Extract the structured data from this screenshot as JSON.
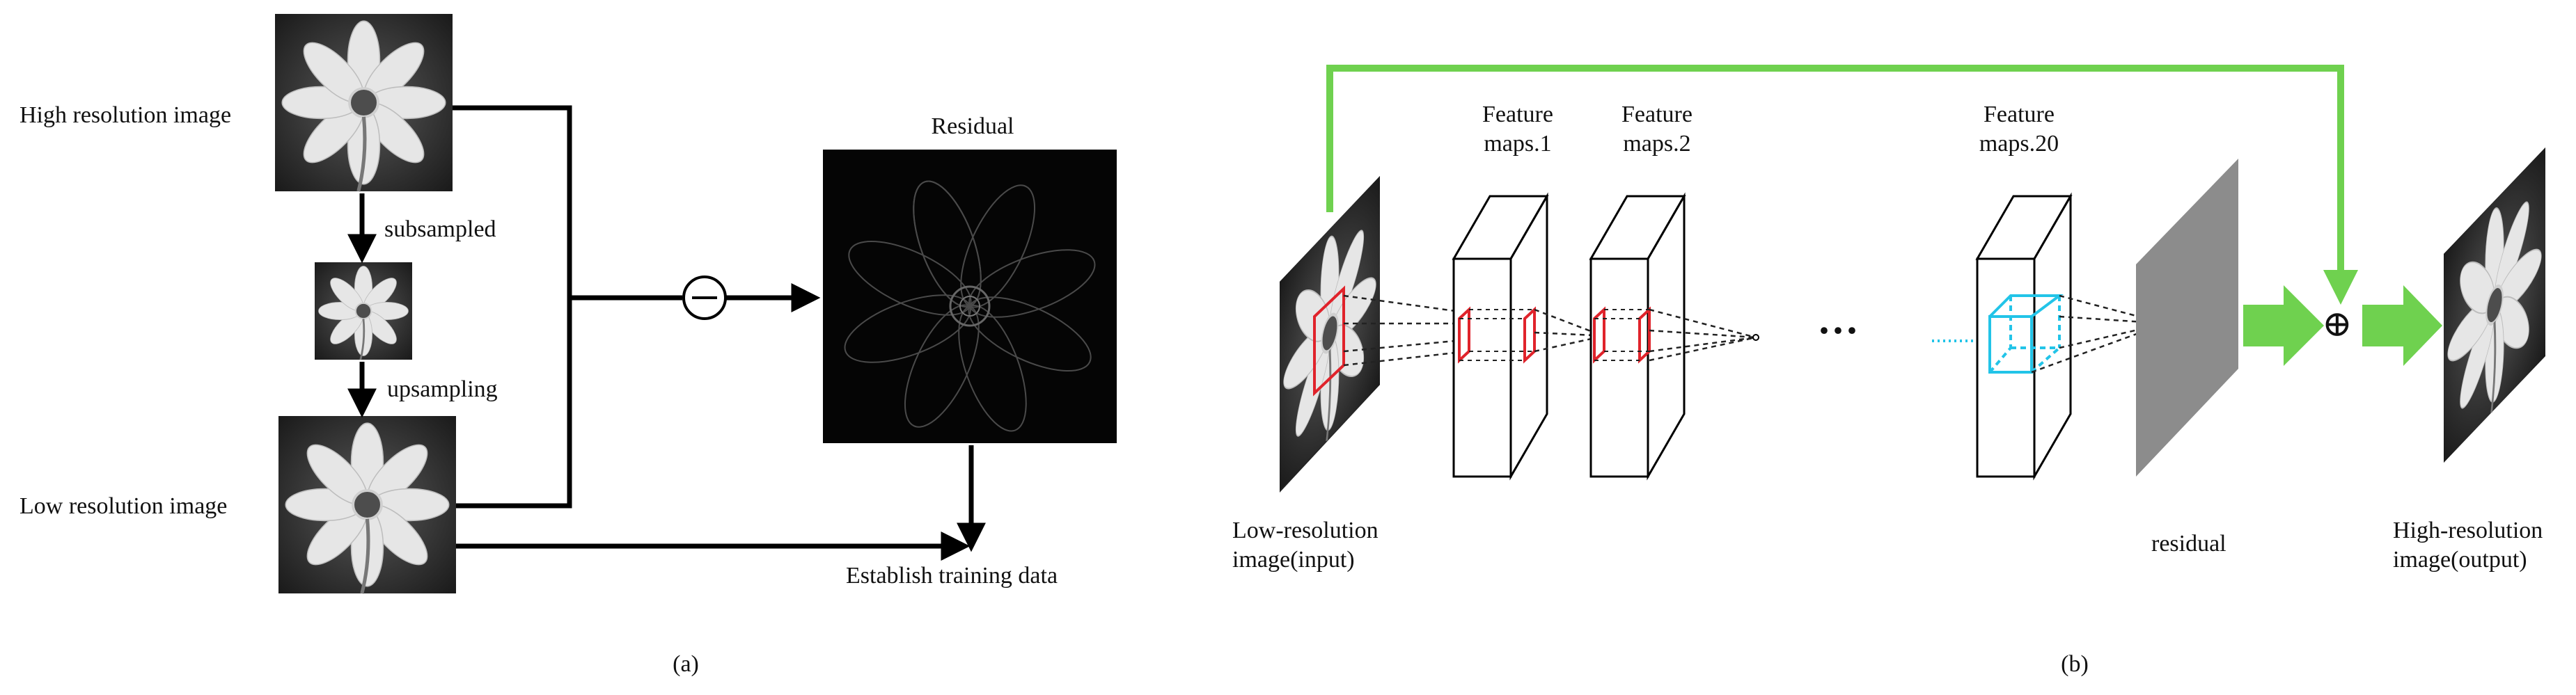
{
  "panel_a": {
    "high_res_label": "High resolution image",
    "subsampled_label": "subsampled",
    "upsampling_label": "upsampling",
    "low_res_label": "Low resolution image",
    "residual_title": "Residual",
    "minus_symbol": "−",
    "training_label": "Establish training data",
    "caption": "(a)"
  },
  "panel_b": {
    "feature_maps": [
      {
        "line1": "Feature",
        "line2": "maps.1"
      },
      {
        "line1": "Feature",
        "line2": "maps.2"
      },
      {
        "line1": "Feature",
        "line2": "maps.20"
      }
    ],
    "ellipsis": "···",
    "input_label_line1": "Low-resolution",
    "input_label_line2": "image(input)",
    "residual_label": "residual",
    "plus_symbol": "⊕",
    "output_label_line1": "High-resolution",
    "output_label_line2": "image(output)",
    "caption": "(b)"
  },
  "colors": {
    "skip_connection": "#6fd14f",
    "kernel_red": "#e0232b",
    "kernel_cyan": "#22c4e8",
    "residual_gray": "#8c8c8c"
  }
}
